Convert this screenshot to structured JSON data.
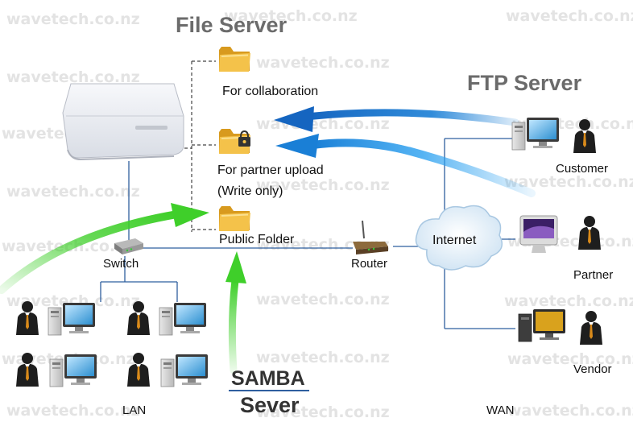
{
  "watermark": "wavetech.co.nz",
  "titles": {
    "file_server": "File Server",
    "ftp_server": "FTP Server",
    "samba_line1": "SAMBA",
    "samba_line2": "Sever"
  },
  "folders": [
    {
      "label": "For collaboration",
      "icon": "folder-icon"
    },
    {
      "label_line1": "For partner upload",
      "label_line2": "(Write only)",
      "icon": "locked-folder-icon"
    },
    {
      "label": "Public Folder",
      "icon": "folder-icon"
    }
  ],
  "network": {
    "switch": "Switch",
    "router": "Router",
    "internet": "Internet",
    "lan": "LAN",
    "wan": "WAN"
  },
  "clients": {
    "customer": "Customer",
    "partner": "Partner",
    "vendor": "Vendor"
  },
  "colors": {
    "blue_arrow": "#1a7fd6",
    "green_arrow": "#3fcf2a",
    "line": "#2f5f9f",
    "dashed": "#444444",
    "folder": "#f0b93a",
    "title": "#6b6b6b"
  }
}
